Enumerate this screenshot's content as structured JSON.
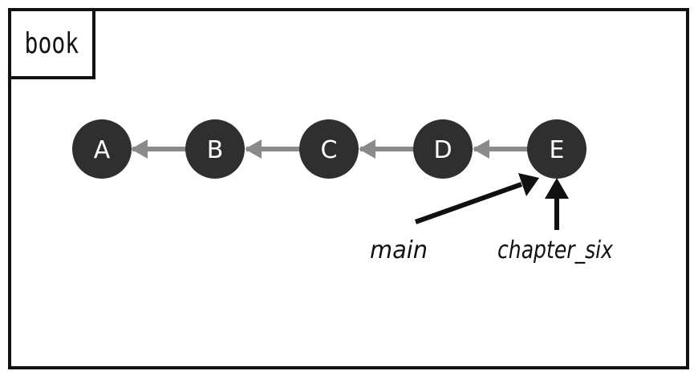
{
  "box_title": "book",
  "commits": [
    "A",
    "B",
    "C",
    "D",
    "E"
  ],
  "pointers": {
    "main": "main",
    "chapter_six": "chapter_six"
  },
  "colors": {
    "node_fill": "#2f2f2f",
    "edge": "#8a8a8a",
    "pointer_arrow": "#111111",
    "border": "#111111"
  }
}
